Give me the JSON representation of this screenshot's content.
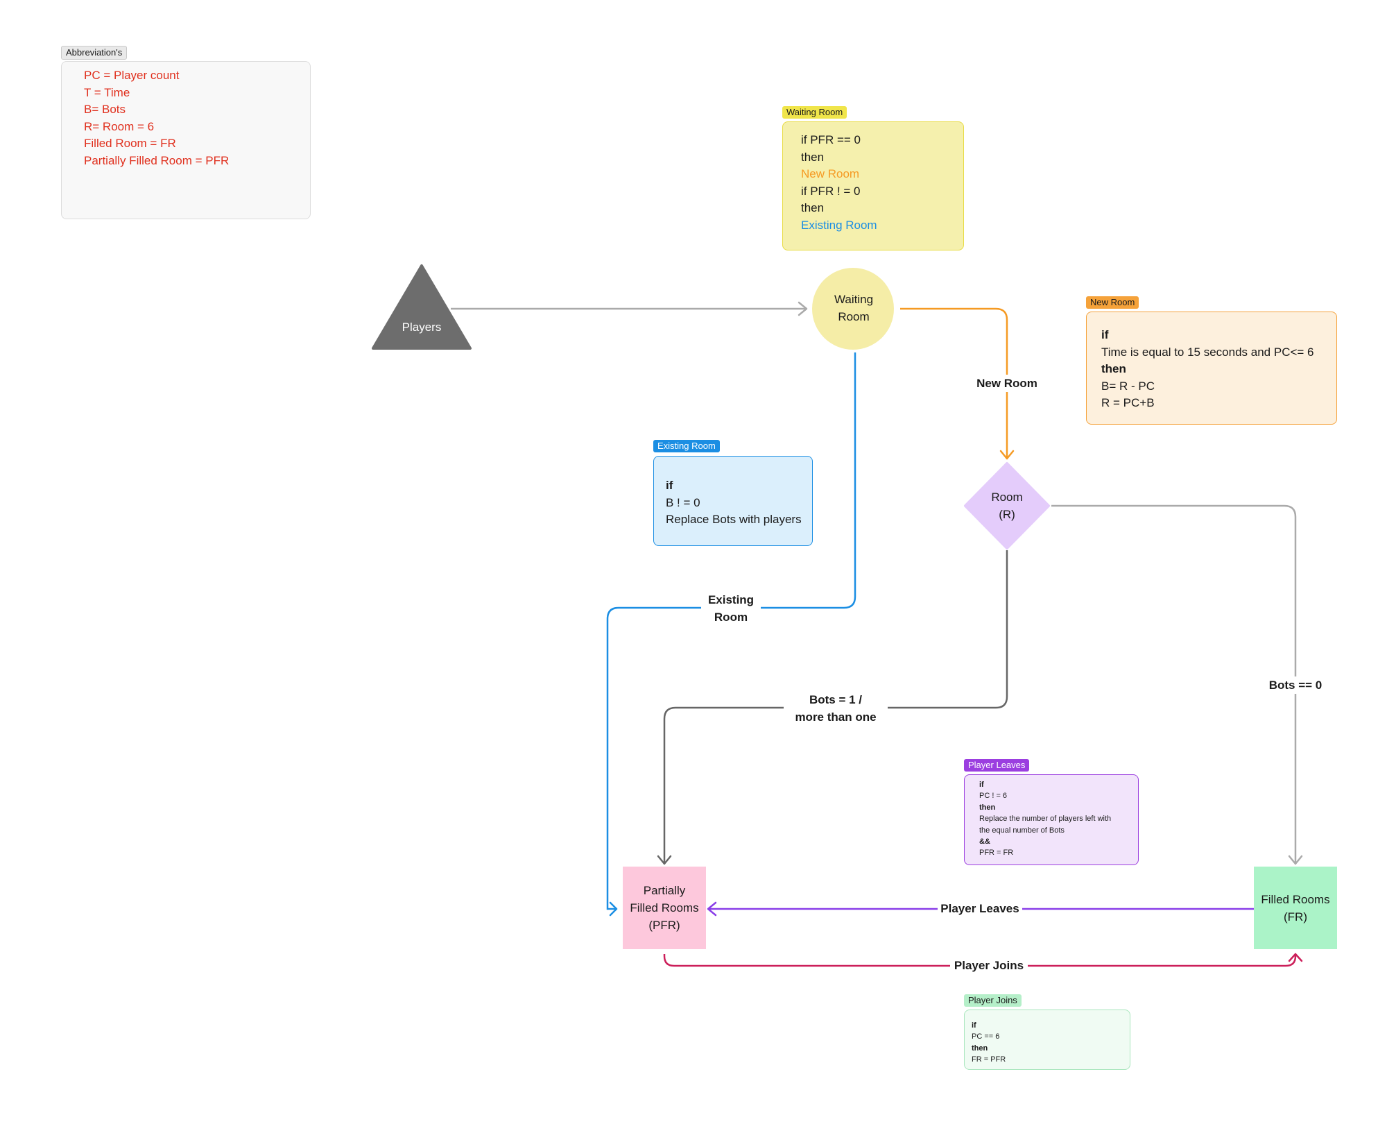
{
  "abbreviations": {
    "tag": "Abbreviation's",
    "lines": [
      "PC = Player count",
      "T = Time",
      "B= Bots",
      "R= Room = 6",
      "Filled Room = FR",
      "Partially Filled Room = PFR"
    ],
    "text_color": "#e0301e"
  },
  "notes": {
    "waiting_room": {
      "tag": "Waiting Room",
      "lines": [
        "if PFR == 0",
        "then",
        "New Room",
        "if PFR ! = 0",
        "then",
        "Existing Room"
      ],
      "colors": {
        "new_room": "#f59a23",
        "existing_room": "#1b8ee3",
        "fill": "#f5f0ad",
        "border": "#e8dc45",
        "tag": "#f0e54a"
      }
    },
    "new_room": {
      "tag": "New Room",
      "lines": [
        "if",
        "Time is equal to 15 seconds and PC<= 6",
        "then",
        "B= R - PC",
        "R = PC+B"
      ],
      "colors": {
        "fill": "#fdf0dd",
        "border": "#f5a23a",
        "tag": "#f5a23a"
      }
    },
    "existing_room": {
      "tag": "Existing Room",
      "lines": [
        "if",
        "B ! = 0",
        "Replace Bots with players"
      ],
      "colors": {
        "fill": "#dbeffc",
        "border": "#1b8ee3",
        "tag": "#1b8ee3"
      }
    },
    "player_leaves": {
      "tag": "Player Leaves",
      "lines": [
        "if",
        "PC ! = 6",
        "then",
        "Replace the number of players left with",
        "the equal number of Bots",
        "&&",
        "PFR = FR"
      ],
      "colors": {
        "fill": "#f2e4fb",
        "border": "#9b3ee0",
        "tag": "#9b3ee0"
      }
    },
    "player_joins": {
      "tag": "Player Joins",
      "lines": [
        "if",
        "PC == 6",
        "then",
        "FR = PFR"
      ],
      "colors": {
        "fill": "#f0fbf3",
        "border": "#a9e6bd",
        "tag": "#b5efc9"
      }
    }
  },
  "nodes": {
    "players": {
      "label": "Players",
      "color": "#6d6d6d"
    },
    "waiting_room": {
      "lines": [
        "Waiting",
        "Room"
      ],
      "color": "#f5eda7"
    },
    "room": {
      "lines": [
        "Room",
        "(R)"
      ],
      "color": "#e4ccfb"
    },
    "pfr": {
      "lines": [
        "Partially",
        "Filled Rooms",
        "(PFR)"
      ],
      "color": "#fdc8dc"
    },
    "fr": {
      "lines": [
        "Filled Rooms",
        "(FR)"
      ],
      "color": "#abf3c8"
    }
  },
  "edges": {
    "new_room": {
      "lines": [
        "New Room"
      ],
      "color": "#f59a23"
    },
    "existing_room": {
      "lines": [
        "Existing",
        "Room"
      ],
      "color": "#1b8ee3"
    },
    "bots_one_more": {
      "lines": [
        "Bots = 1 /",
        "more than one"
      ],
      "color": "#666666"
    },
    "bots_zero": {
      "lines": [
        "Bots == 0"
      ],
      "color": "#aaaaaa"
    },
    "player_leaves": {
      "lines": [
        "Player Leaves"
      ],
      "color": "#8a3ee8"
    },
    "player_joins": {
      "lines": [
        "Player Joins"
      ],
      "color": "#cc1f5a"
    },
    "players_to_waiting": {
      "color": "#aaaaaa"
    }
  }
}
